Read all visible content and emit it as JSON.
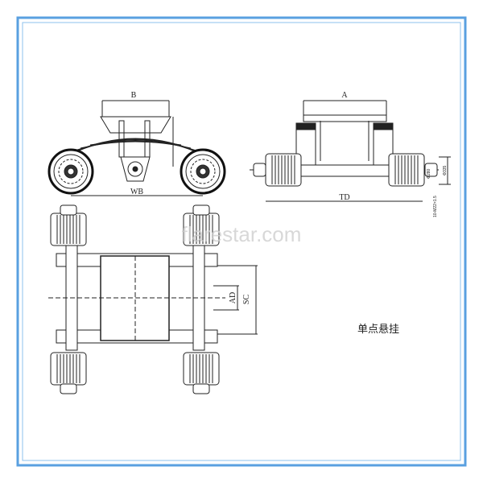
{
  "labels": {
    "side_view_width": "B",
    "wheelbase": "WB",
    "front_view_width": "A",
    "track": "TD",
    "axle_distance": "AD",
    "spring_center": "SC",
    "hub_diameter": "Φ335",
    "bolt_circle": "Φ280",
    "stud_spec": "10-M22×1.5"
  },
  "watermark": "flarestar.com",
  "caption": "单点悬挂",
  "colors": {
    "frame": "#5aa0e0",
    "line": "#222222",
    "watermark": "#cfcfcf"
  }
}
